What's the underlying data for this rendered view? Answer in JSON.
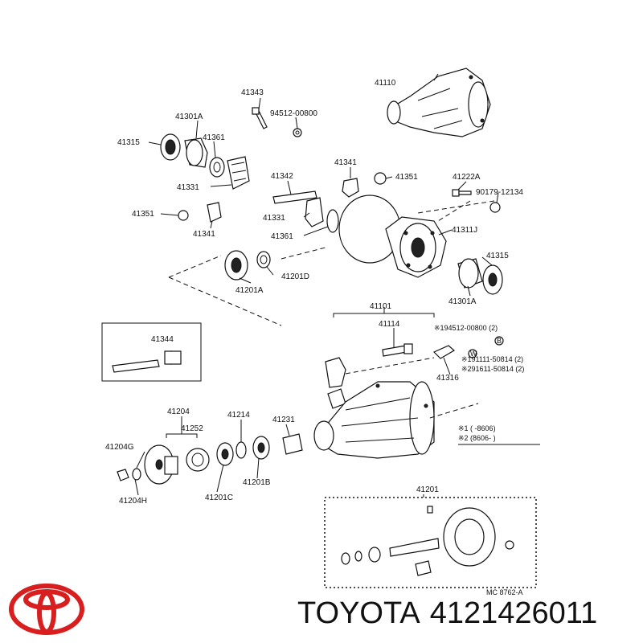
{
  "labels": {
    "p41110": "41110",
    "p41343": "41343",
    "p94512": "94512-00800",
    "p41301A_top": "41301A",
    "p41315_top": "41315",
    "p41361_top": "41361",
    "p41331_top": "41331",
    "p41342": "41342",
    "p41341_mid": "41341",
    "p41351_mid": "41351",
    "p41222A": "41222A",
    "p90179": "90179-12134",
    "p41351_left": "41351",
    "p41341_left": "41341",
    "p41331_mid": "41331",
    "p41361_mid": "41361",
    "p41311J": "41311J",
    "p41315_right": "41315",
    "p41201D": "41201D",
    "p41201A": "41201A",
    "p41301A_right": "41301A",
    "p41101": "41101",
    "p41114": "41114",
    "p41344": "41344",
    "p41316": "41316",
    "p41204": "41204",
    "p41214": "41214",
    "p41231": "41231",
    "p41252": "41252",
    "p41204G": "41204G",
    "p41201C": "41201C",
    "p41201B": "41201B",
    "p41204H": "41204H",
    "p41201": "41201",
    "code": "MC  8762-A"
  },
  "notes": {
    "n1": "※194512-00800 (2)",
    "n2": "※191111-50814 (2)",
    "n3": "※291611-50814 (2)",
    "w_sym": "W",
    "b_sym": "B",
    "legend1": "※1 (       -8606)",
    "legend2": "※2 (8606-       )"
  },
  "brand": {
    "name": "TOYOTA",
    "part_number": "4121426011",
    "logo_color": "#d81e1e"
  }
}
